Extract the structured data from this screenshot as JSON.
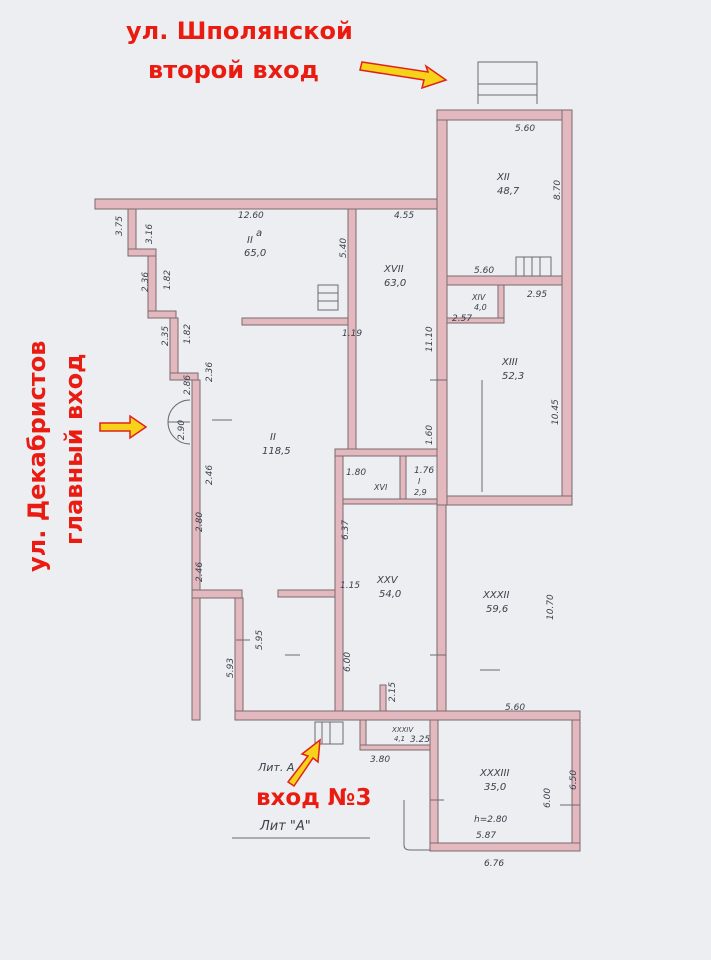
{
  "callouts": {
    "street_top": "ул. Шполянской",
    "second_entrance": "второй вход",
    "street_left": "ул. Декабристов",
    "main_entrance": "главный вход",
    "entrance_3": "вход №3"
  },
  "rooms": [
    {
      "id": "IIa",
      "number": "II",
      "sub": "а",
      "area": "65,0"
    },
    {
      "id": "XVII",
      "number": "XVII",
      "area": "63,0"
    },
    {
      "id": "XII",
      "number": "XII",
      "area": "48,7"
    },
    {
      "id": "XIV",
      "number": "XIV",
      "area": "4,0"
    },
    {
      "id": "XIII",
      "number": "XIII",
      "area": "52,3"
    },
    {
      "id": "II",
      "number": "II",
      "area": "118,5"
    },
    {
      "id": "I",
      "number": "I",
      "area": "2,9"
    },
    {
      "id": "XVI",
      "number": "XVI"
    },
    {
      "id": "XXV",
      "number": "XXV",
      "area": "54,0"
    },
    {
      "id": "XXXII",
      "number": "XXXII",
      "area": "59,6"
    },
    {
      "id": "XXXIV",
      "number": "XXXIV",
      "area": "4,1"
    },
    {
      "id": "XXXIII",
      "number": "XXXIII",
      "area": "35,0"
    }
  ],
  "dimensions": {
    "d1260": "12.60",
    "d455": "4.55",
    "d540": "5.40",
    "d560top": "5.60",
    "d870": "8.70",
    "d560mid": "5.60",
    "d295": "2.95",
    "d257": "2.57",
    "d1110": "11.10",
    "d1045": "10.45",
    "d119": "1.19",
    "d375": "3.75",
    "d316": "3.16",
    "d236a": "2.36",
    "d182a": "1.82",
    "d235": "2.35",
    "d182b": "1.82",
    "d236b": "2.36",
    "d286": "2.86",
    "d290": "2.90",
    "d246a": "2.46",
    "d280": "2.80",
    "d246b": "2.46",
    "d180": "1.80",
    "d176": "1.76",
    "d160": "1.60",
    "d637": "6.37",
    "d115": "1.15",
    "d1070": "10.70",
    "d593": "5.93",
    "d595": "5.95",
    "d600a": "6.00",
    "d560bot": "5.60",
    "d215": "2.15",
    "d325": "3.25",
    "d380": "3.80",
    "d600b": "6.00",
    "d650": "6.50",
    "d587": "5.87",
    "d676": "6.76",
    "height": "h=2.80"
  },
  "labels": {
    "lit_a_upper": "Лит. А",
    "lit_a_lower": "Лит \"А\""
  },
  "colors": {
    "callout_red": "#ea1c12",
    "arrow_yellow": "#f6d21a",
    "wall_pink": "#e3b9bf",
    "paper": "#e9ebef"
  }
}
